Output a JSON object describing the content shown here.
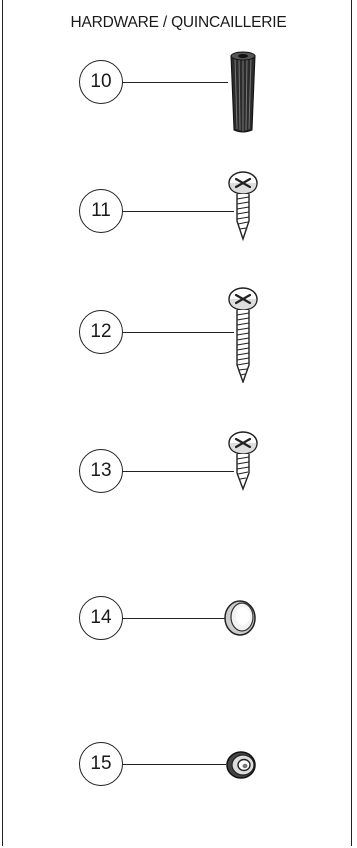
{
  "header": {
    "title": "HARDWARE / QUINCAILLERIE"
  },
  "parts": [
    {
      "number": "10",
      "icon": "wall-anchor-icon"
    },
    {
      "number": "11",
      "icon": "short-screw-icon"
    },
    {
      "number": "12",
      "icon": "long-screw-icon"
    },
    {
      "number": "13",
      "icon": "small-screw-icon"
    },
    {
      "number": "14",
      "icon": "cap-icon"
    },
    {
      "number": "15",
      "icon": "washer-icon"
    }
  ]
}
